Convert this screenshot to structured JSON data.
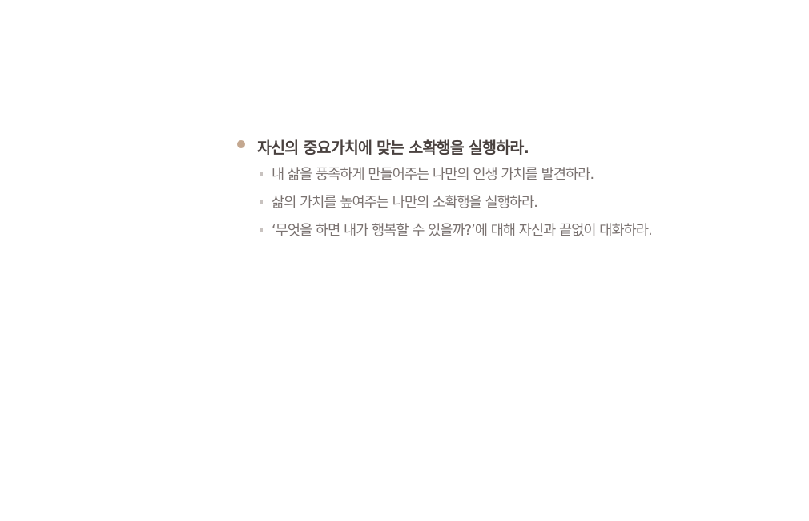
{
  "main_item": {
    "text": "자신의 중요가치에 맞는 소확행을 실행하라."
  },
  "sub_items": [
    {
      "text": "내 삶을 풍족하게 만들어주는 나만의 인생 가치를 발견하라."
    },
    {
      "text": "삶의 가치를 높여주는 나만의 소확행을 실행하라."
    },
    {
      "text": "‘무엇을 하면 내가 행복할 수 있을까?’에 대해 자신과 끝없이 대화하라."
    }
  ],
  "colors": {
    "main_bullet": "#c4a890",
    "main_text": "#4a4240",
    "sub_bullet": "#c8c2bf",
    "sub_text": "#7a7270"
  }
}
